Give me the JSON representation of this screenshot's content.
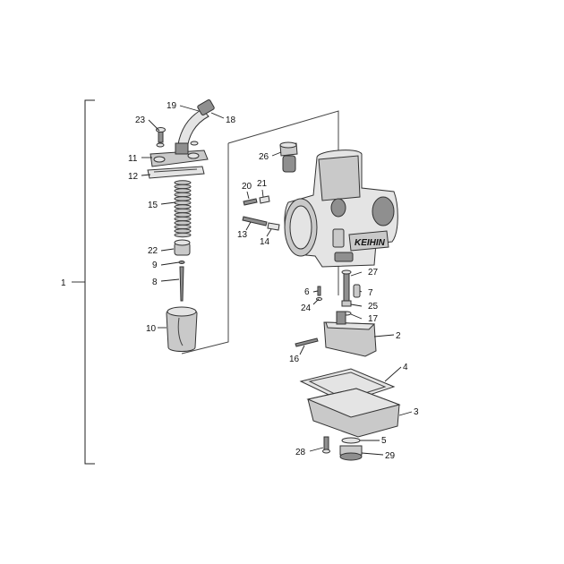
{
  "colors": {
    "part": "#c9c9c9",
    "part_light": "#e4e4e4",
    "part_dark": "#8f8f8f",
    "line": "#333333"
  },
  "callouts": {
    "c1": "1",
    "c2": "2",
    "c3": "3",
    "c4": "4",
    "c5": "5",
    "c6": "6",
    "c7": "7",
    "c8": "8",
    "c9": "9",
    "c10": "10",
    "c11": "11",
    "c12": "12",
    "c13": "13",
    "c14": "14",
    "c15": "15",
    "c16": "16",
    "c17": "17",
    "c18": "18",
    "c19": "19",
    "c20": "20",
    "c21": "21",
    "c22": "22",
    "c23": "23",
    "c24": "24",
    "c25": "25",
    "c26": "26",
    "c27": "27",
    "c28": "28",
    "c29": "29"
  },
  "brand_mark": "KEIHIN"
}
